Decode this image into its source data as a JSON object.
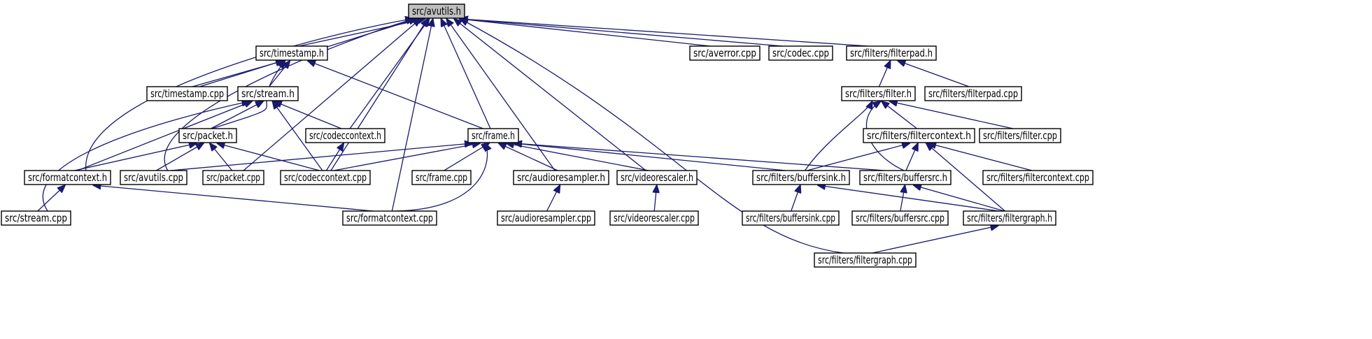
{
  "nodes": [
    {
      "id": "avutils_h",
      "label": "src/avutils.h",
      "focus": true
    },
    {
      "id": "timestamp_h",
      "label": "src/timestamp.h"
    },
    {
      "id": "averror_cpp",
      "label": "src/averror.cpp"
    },
    {
      "id": "codec_cpp",
      "label": "src/codec.cpp"
    },
    {
      "id": "filterpad_h",
      "label": "src/filters/filterpad.h"
    },
    {
      "id": "timestamp_cpp",
      "label": "src/timestamp.cpp"
    },
    {
      "id": "stream_h",
      "label": "src/stream.h"
    },
    {
      "id": "filter_h",
      "label": "src/filters/filter.h"
    },
    {
      "id": "filterpad_cpp",
      "label": "src/filters/filterpad.cpp"
    },
    {
      "id": "packet_h",
      "label": "src/packet.h"
    },
    {
      "id": "codeccontext_h",
      "label": "src/codeccontext.h"
    },
    {
      "id": "frame_h",
      "label": "src/frame.h"
    },
    {
      "id": "filtercontext_h",
      "label": "src/filters/filtercontext.h"
    },
    {
      "id": "filter_cpp",
      "label": "src/filters/filter.cpp"
    },
    {
      "id": "formatcontext_h",
      "label": "src/formatcontext.h"
    },
    {
      "id": "avutils_cpp",
      "label": "src/avutils.cpp"
    },
    {
      "id": "packet_cpp",
      "label": "src/packet.cpp"
    },
    {
      "id": "codeccontext_cpp",
      "label": "src/codeccontext.cpp"
    },
    {
      "id": "frame_cpp",
      "label": "src/frame.cpp"
    },
    {
      "id": "audioresampler_h",
      "label": "src/audioresampler.h"
    },
    {
      "id": "videorescaler_h",
      "label": "src/videorescaler.h"
    },
    {
      "id": "buffersink_h",
      "label": "src/filters/buffersink.h"
    },
    {
      "id": "buffersrc_h",
      "label": "src/filters/buffersrc.h"
    },
    {
      "id": "filtercontext_cpp",
      "label": "src/filters/filtercontext.cpp"
    },
    {
      "id": "stream_cpp",
      "label": "src/stream.cpp"
    },
    {
      "id": "formatcontext_cpp",
      "label": "src/formatcontext.cpp"
    },
    {
      "id": "audioresampler_cpp",
      "label": "src/audioresampler.cpp"
    },
    {
      "id": "videorescaler_cpp",
      "label": "src/videorescaler.cpp"
    },
    {
      "id": "buffersink_cpp",
      "label": "src/filters/buffersink.cpp"
    },
    {
      "id": "buffersrc_cpp",
      "label": "src/filters/buffersrc.cpp"
    },
    {
      "id": "filtergraph_h",
      "label": "src/filters/filtergraph.h"
    },
    {
      "id": "filtergraph_cpp",
      "label": "src/filters/filtergraph.cpp"
    }
  ],
  "edges": [
    [
      "timestamp_h",
      "avutils_h"
    ],
    [
      "averror_cpp",
      "avutils_h"
    ],
    [
      "codec_cpp",
      "avutils_h"
    ],
    [
      "filterpad_h",
      "avutils_h"
    ],
    [
      "timestamp_cpp",
      "avutils_h"
    ],
    [
      "formatcontext_h",
      "avutils_h"
    ],
    [
      "avutils_cpp",
      "avutils_h"
    ],
    [
      "packet_cpp",
      "avutils_h"
    ],
    [
      "codeccontext_h",
      "avutils_h"
    ],
    [
      "codeccontext_cpp",
      "avutils_h"
    ],
    [
      "formatcontext_cpp",
      "avutils_h"
    ],
    [
      "frame_h",
      "avutils_h"
    ],
    [
      "audioresampler_h",
      "avutils_h"
    ],
    [
      "videorescaler_h",
      "avutils_h"
    ],
    [
      "filtergraph_cpp",
      "avutils_h"
    ],
    [
      "timestamp_cpp",
      "timestamp_h"
    ],
    [
      "stream_h",
      "timestamp_h"
    ],
    [
      "packet_h",
      "timestamp_h"
    ],
    [
      "frame_h",
      "timestamp_h"
    ],
    [
      "packet_h",
      "stream_h"
    ],
    [
      "codeccontext_h",
      "stream_h"
    ],
    [
      "codeccontext_cpp",
      "stream_h"
    ],
    [
      "formatcontext_h",
      "stream_h"
    ],
    [
      "stream_cpp",
      "stream_h"
    ],
    [
      "formatcontext_h",
      "packet_h"
    ],
    [
      "avutils_cpp",
      "packet_h"
    ],
    [
      "packet_cpp",
      "packet_h"
    ],
    [
      "codeccontext_cpp",
      "packet_h"
    ],
    [
      "codeccontext_cpp",
      "codeccontext_h"
    ],
    [
      "stream_cpp",
      "formatcontext_h"
    ],
    [
      "formatcontext_cpp",
      "formatcontext_h"
    ],
    [
      "avutils_cpp",
      "frame_h"
    ],
    [
      "codeccontext_cpp",
      "frame_h"
    ],
    [
      "frame_cpp",
      "frame_h"
    ],
    [
      "formatcontext_cpp",
      "frame_h"
    ],
    [
      "audioresampler_h",
      "frame_h"
    ],
    [
      "videorescaler_h",
      "frame_h"
    ],
    [
      "buffersink_h",
      "frame_h"
    ],
    [
      "buffersrc_h",
      "frame_h"
    ],
    [
      "audioresampler_cpp",
      "audioresampler_h"
    ],
    [
      "videorescaler_cpp",
      "videorescaler_h"
    ],
    [
      "filter_h",
      "filterpad_h"
    ],
    [
      "filterpad_cpp",
      "filterpad_h"
    ],
    [
      "filtercontext_h",
      "filter_h"
    ],
    [
      "filter_cpp",
      "filter_h"
    ],
    [
      "buffersink_h",
      "filter_h"
    ],
    [
      "buffersrc_h",
      "filter_h"
    ],
    [
      "buffersink_h",
      "filtercontext_h"
    ],
    [
      "buffersrc_h",
      "filtercontext_h"
    ],
    [
      "filtergraph_h",
      "filtercontext_h"
    ],
    [
      "filtercontext_cpp",
      "filtercontext_h"
    ],
    [
      "buffersink_cpp",
      "buffersink_h"
    ],
    [
      "filtergraph_h",
      "buffersink_h"
    ],
    [
      "buffersrc_cpp",
      "buffersrc_h"
    ],
    [
      "filtergraph_h",
      "buffersrc_h"
    ],
    [
      "filtergraph_cpp",
      "filtergraph_h"
    ]
  ],
  "colors": {
    "edge": "#191970",
    "focus_fill": "#bfbfbf",
    "node_fill": "#ffffff",
    "node_stroke": "#000000"
  }
}
